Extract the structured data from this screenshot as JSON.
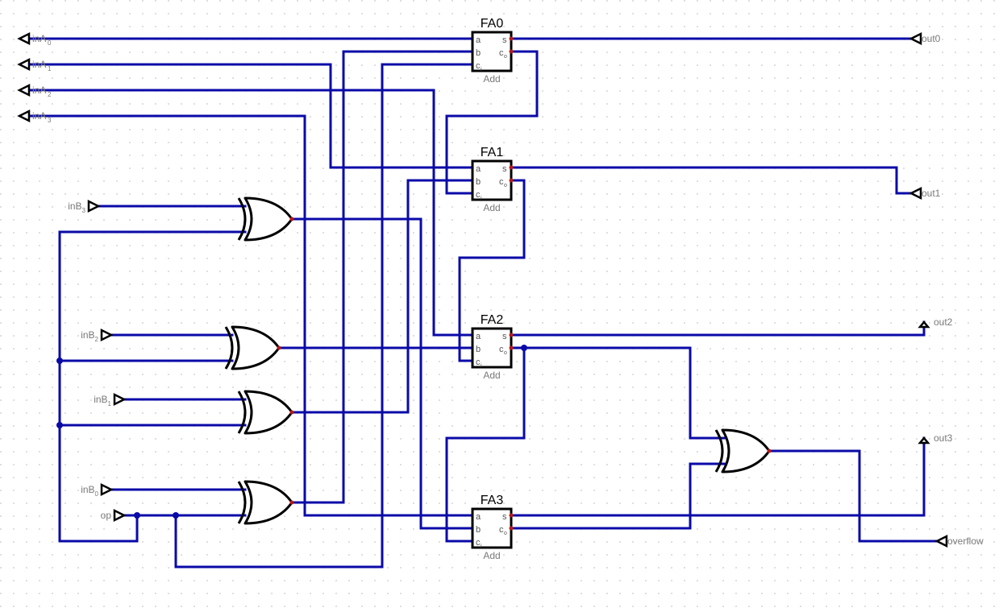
{
  "circuit": {
    "inputs_a": [
      {
        "name": "inA",
        "sub": "0"
      },
      {
        "name": "inA",
        "sub": "1"
      },
      {
        "name": "inA",
        "sub": "2"
      },
      {
        "name": "inA",
        "sub": "3"
      }
    ],
    "inputs_b": [
      {
        "name": "inB",
        "sub": "3"
      },
      {
        "name": "inB",
        "sub": "2"
      },
      {
        "name": "inB",
        "sub": "1"
      },
      {
        "name": "inB",
        "sub": "0"
      }
    ],
    "op_label": "op",
    "outputs": [
      "out0",
      "out1",
      "out2",
      "out3",
      "overflow"
    ],
    "adders": [
      {
        "title": "FA0",
        "kind": "Add"
      },
      {
        "title": "FA1",
        "kind": "Add"
      },
      {
        "title": "FA2",
        "kind": "Add"
      },
      {
        "title": "FA3",
        "kind": "Add"
      }
    ],
    "adder_ports": {
      "a": "a",
      "b": "b",
      "c": "c",
      "c_sub": "i",
      "s": "s",
      "co": "c",
      "co_sub": "o"
    }
  }
}
